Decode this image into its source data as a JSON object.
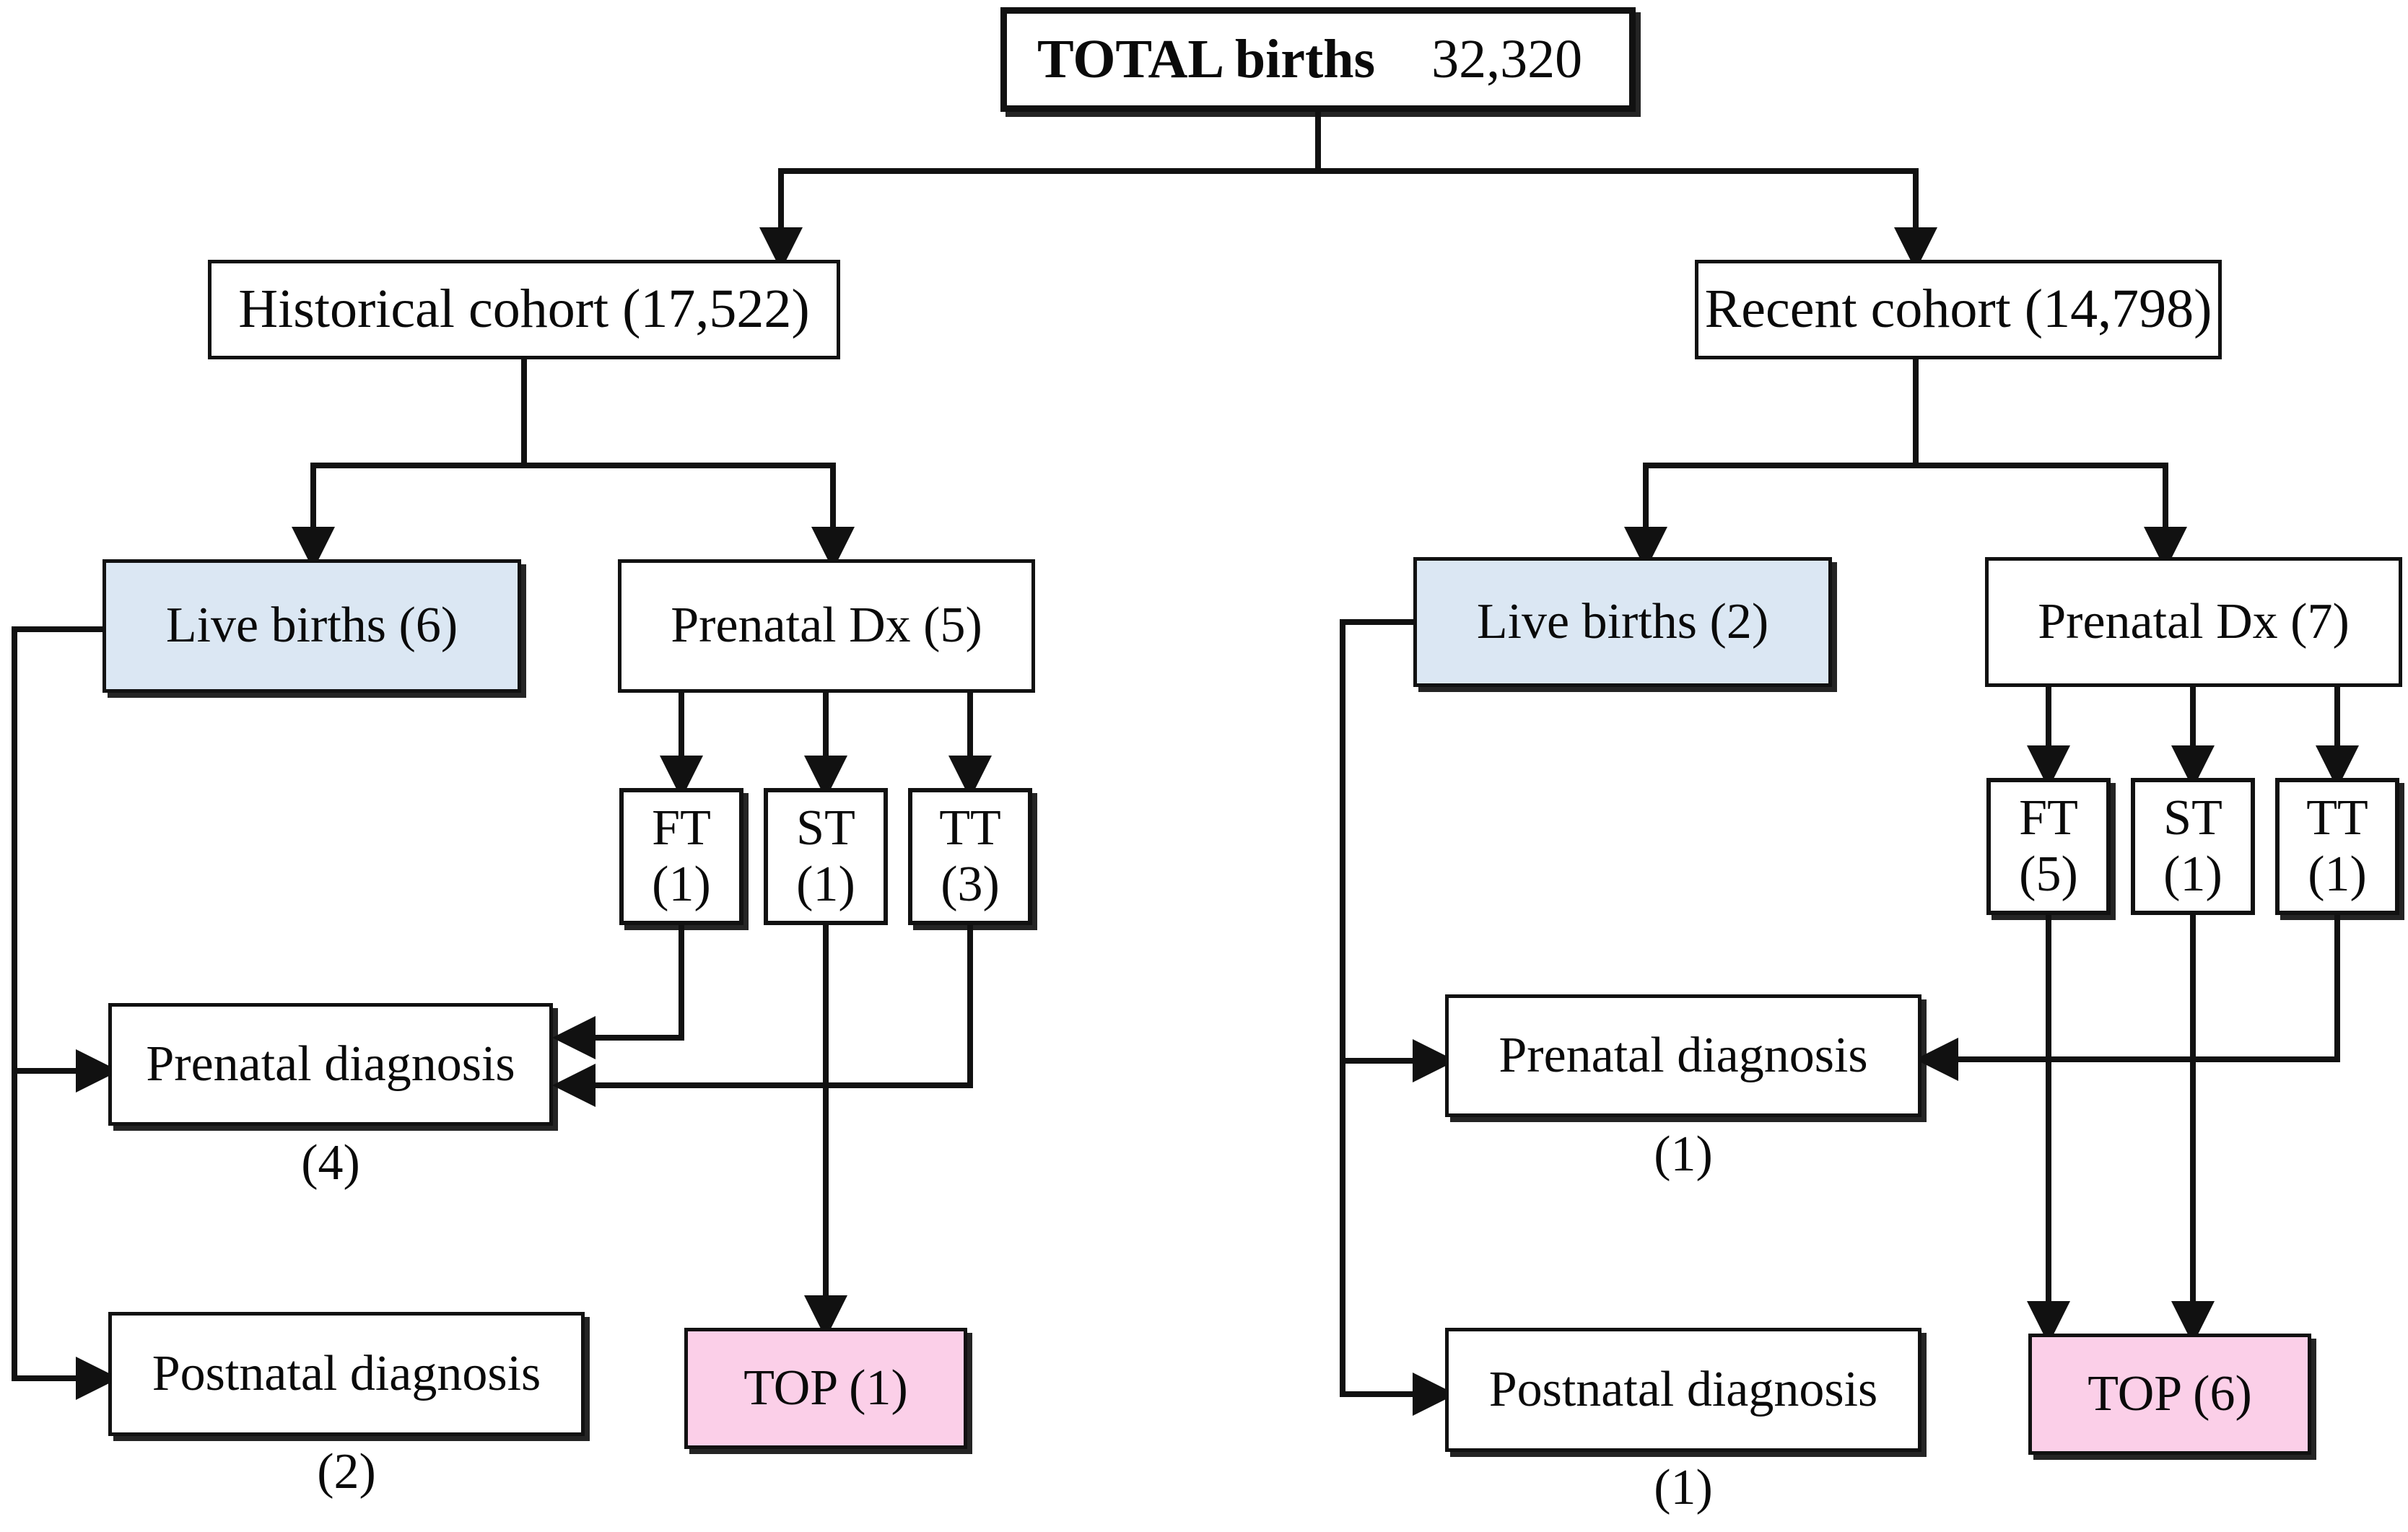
{
  "diagram": {
    "title_node": {
      "label": "TOTAL births",
      "value": "32,320"
    },
    "cohorts": [
      {
        "key": "historical",
        "label": "Historical cohort (17,522)"
      },
      {
        "key": "recent",
        "label": "Recent cohort (14,798)"
      }
    ],
    "left_branch": {
      "live_births": "Live births (6)",
      "prenatal_dx": "Prenatal Dx (5)",
      "trimesters": [
        {
          "code": "FT",
          "count": "(1)"
        },
        {
          "code": "ST",
          "count": "(1)"
        },
        {
          "code": "TT",
          "count": "(3)"
        }
      ],
      "prenatal_diagnosis": {
        "label": "Prenatal diagnosis",
        "count": "(4)"
      },
      "postnatal_diagnosis": {
        "label": "Postnatal diagnosis",
        "count": "(2)"
      },
      "top": "TOP (1)"
    },
    "right_branch": {
      "live_births": "Live births (2)",
      "prenatal_dx": "Prenatal Dx (7)",
      "trimesters": [
        {
          "code": "FT",
          "count": "(5)"
        },
        {
          "code": "ST",
          "count": "(1)"
        },
        {
          "code": "TT",
          "count": "(1)"
        }
      ],
      "prenatal_diagnosis": {
        "label": "Prenatal diagnosis",
        "count": "(1)"
      },
      "postnatal_diagnosis": {
        "label": "Postnatal diagnosis",
        "count": "(1)"
      },
      "top": "TOP (6)"
    },
    "colors": {
      "live_births_fill": "#dbe7f3",
      "top_fill": "#fbcfe8",
      "stroke": "#111111",
      "background": "#ffffff"
    }
  }
}
